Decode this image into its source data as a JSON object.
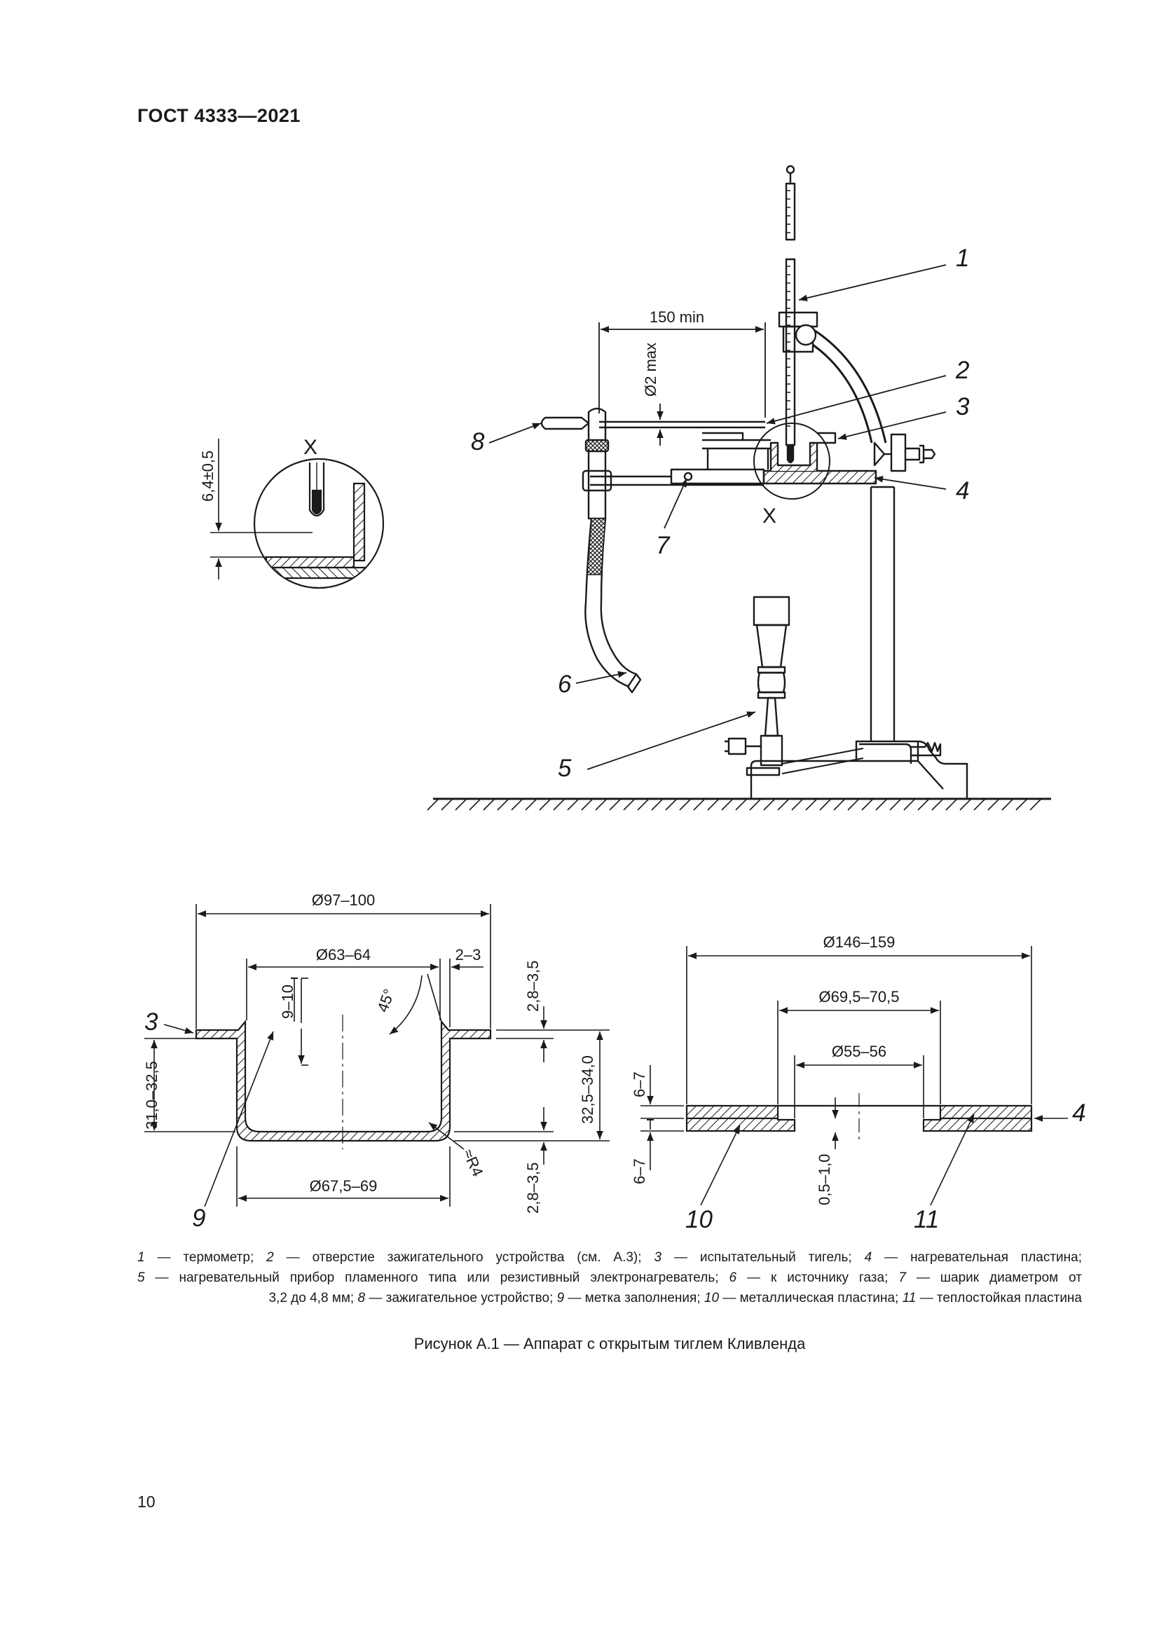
{
  "header": {
    "document_code": "ГОСТ 4333—2021"
  },
  "figure": {
    "leader_labels": {
      "l1": "1",
      "l2": "2",
      "l3": "3",
      "l4": "4",
      "l5": "5",
      "l6": "6",
      "l7": "7",
      "l8": "8",
      "l9": "9",
      "l10": "10",
      "l11": "11",
      "l3b": "3",
      "l4b": "4"
    },
    "detail_labels": {
      "view_mark": "X",
      "detail_title": "X"
    },
    "dimensions": {
      "d_150": "150 min",
      "d_2max": "Ø2 max",
      "d_64": "6,4±0,5",
      "d_97": "Ø97–100",
      "d_63": "Ø63–64",
      "d_23": "2–3",
      "d_910": "9–10",
      "d_45": "45°",
      "d_2835a": "2,8–3,5",
      "d_325": "32,5–34,0",
      "d_31": "31,0–32,5",
      "d_2835b": "2,8–3,5",
      "d_r4": "≈R4",
      "d_675": "Ø67,5–69",
      "d_146": "Ø146–159",
      "d_695": "Ø69,5–70,5",
      "d_55": "Ø55–56",
      "d_67a": "6–7",
      "d_67b": "6–7",
      "d_05": "0,5–1,0"
    }
  },
  "legend": [
    {
      "n": "1",
      "t": " — термометр; "
    },
    {
      "n": "2",
      "t": " — отверстие зажигательного устройства (см. А.3); "
    },
    {
      "n": "3",
      "t": " — испытательный тигель; "
    },
    {
      "n": "4",
      "t": " — нагревательная пластина;"
    },
    {
      "n": "5",
      "t": " — нагревательный прибор пламенного типа или резистивный электронагреватель; "
    },
    {
      "n": "6",
      "t": " — к источнику газа; "
    },
    {
      "n": "7",
      "t": " — шарик диаметром от"
    },
    {
      "n": "",
      "t": "3,2 до 4,8 мм; "
    },
    {
      "n": "8",
      "t": " — зажигательное устройство; "
    },
    {
      "n": "9",
      "t": " — метка заполнения; "
    },
    {
      "n": "10",
      "t": " — металлическая пластина; "
    },
    {
      "n": "11",
      "t": " — теплостойкая пластина"
    }
  ],
  "caption": "Рисунок А.1 — Аппарат с открытым тиглем Кливленда",
  "page_number": "10"
}
